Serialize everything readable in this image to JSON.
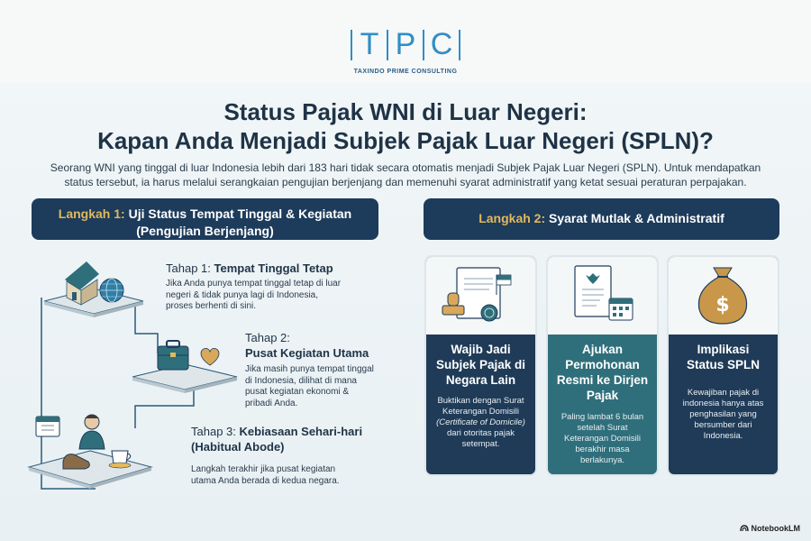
{
  "logo": {
    "letters": [
      "T",
      "P",
      "C"
    ],
    "subtitle": "TAXINDO PRIME CONSULTING"
  },
  "title": {
    "line1": "Status Pajak WNI di Luar Negeri:",
    "line2": "Kapan Anda Menjadi Subjek Pajak Luar Negeri (SPLN)?"
  },
  "intro": {
    "line1": "Seorang WNI yang tinggal di luar Indonesia lebih dari 183 hari tidak secara otomatis menjadi Subjek Pajak Luar Negeri (SPLN). Untuk mendapatkan",
    "line2": "status tersebut, ia harus melalui serangkaian pengujian berjenjang dan memenuhi syarat administratif yang ketat sesuai peraturan perpajakan."
  },
  "step1": {
    "lead": "Langkah 1:",
    "title_line1": "Uji Status Tempat Tinggal & Kegiatan",
    "title_line2": "(Pengujian Berjenjang)",
    "stages": [
      {
        "prefix": "Tahap 1:",
        "name": "Tempat Tinggal Tetap",
        "text": [
          "Jika Anda punya tempat tinggal tetap di luar",
          "negeri & tidak punya lagi di Indonesia,",
          "proses berhenti di sini."
        ]
      },
      {
        "prefix": "Tahap 2:",
        "name": "Pusat Kegiatan Utama",
        "text": [
          "Jika masih punya tempat tinggal",
          "di Indonesia, dilihat di mana",
          "pusat kegiatan ekonomi &",
          "pribadi Anda."
        ]
      },
      {
        "prefix": "Tahap 3:",
        "name": "Kebiasaan Sehari-hari",
        "name2": "(Habitual Abode)",
        "text": [
          "Langkah terakhir jika pusat kegiatan",
          "utama Anda berada di kedua negara."
        ]
      }
    ]
  },
  "step2": {
    "lead": "Langkah 2:",
    "title": "Syarat Mutlak & Administratif",
    "cards": [
      {
        "title": [
          "Wajib Jadi",
          "Subjek Pajak di",
          "Negara Lain"
        ],
        "text_before": [
          "Buktikan dengan Surat",
          "Keterangan Domisili"
        ],
        "text_italic": "(Certificate of Domicile)",
        "text_after": [
          "dari otoritas pajak",
          "setempat."
        ]
      },
      {
        "title": [
          "Ajukan",
          "Permohonan",
          "Resmi ke Dirjen",
          "Pajak"
        ],
        "text": [
          "Paling lambat 6 bulan",
          "setelah Surat",
          "Keterangan Domisili",
          "berakhir masa",
          "berlakunya."
        ]
      },
      {
        "title": [
          "Implikasi",
          "Status SPLN"
        ],
        "text": [
          "Kewajiban pajak di",
          "indonesia hanya atas",
          "penghasilan yang",
          "bersumber dari",
          "Indonesia."
        ]
      }
    ]
  },
  "footer": {
    "brand": "NotebookLM"
  },
  "colors": {
    "navy": "#1d3b5b",
    "teal": "#2f6f7b",
    "gold": "#e2b95c",
    "logo_blue": "#2f8fc6"
  }
}
